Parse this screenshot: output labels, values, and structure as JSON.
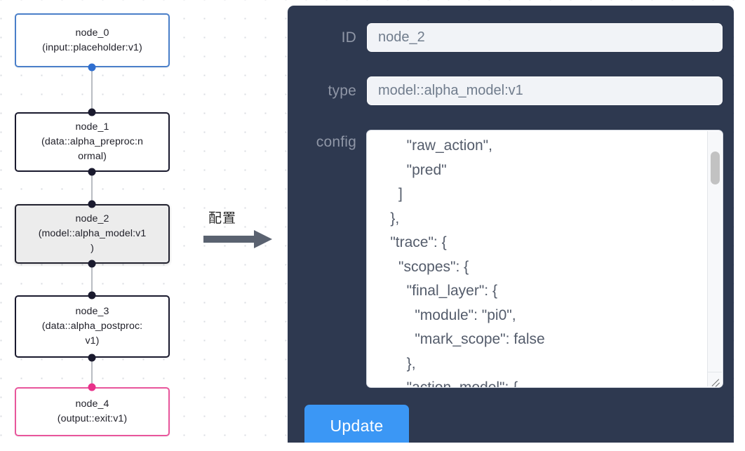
{
  "graph": {
    "nodes": [
      {
        "id": "node_0",
        "title": "node_0",
        "subtitle": "(input::placeholder:v1)",
        "label": "node_0\n(input::placeholder:v1)",
        "kind": "input",
        "selected": false,
        "border_color": "#4a7fc9"
      },
      {
        "id": "node_1",
        "title": "node_1",
        "subtitle": "(data::alpha_preproc:normal)",
        "label": "node_1\n(data::alpha_preproc:n\normal)",
        "kind": "data",
        "selected": false,
        "border_color": "#1a1a2e"
      },
      {
        "id": "node_2",
        "title": "node_2",
        "subtitle": "(model::alpha_model:v1)",
        "label": "node_2\n(model::alpha_model:v1\n)",
        "kind": "model",
        "selected": true,
        "border_color": "#21212e"
      },
      {
        "id": "node_3",
        "title": "node_3",
        "subtitle": "(data::alpha_postproc:v1)",
        "label": "node_3\n(data::alpha_postproc:\nv1)",
        "kind": "data",
        "selected": false,
        "border_color": "#1a1a2e"
      },
      {
        "id": "node_4",
        "title": "node_4",
        "subtitle": "(output::exit:v1)",
        "label": "node_4\n(output::exit:v1)",
        "kind": "output",
        "selected": false,
        "border_color": "#e8569c"
      }
    ],
    "edges": [
      {
        "from": "node_0",
        "to": "node_1"
      },
      {
        "from": "node_1",
        "to": "node_2"
      },
      {
        "from": "node_2",
        "to": "node_3"
      },
      {
        "from": "node_3",
        "to": "node_4"
      }
    ],
    "port_colors": {
      "default": "#1a1a2e",
      "input": "#2f6fd0",
      "output": "#e8318a"
    },
    "edge_color": "#b9bcc2",
    "grid_dot_color": "#d9dce1"
  },
  "arrow": {
    "label": "配置",
    "color": "#5a6270"
  },
  "panel": {
    "background": "#2e3950",
    "id_field": {
      "label": "ID",
      "value": "node_2",
      "placeholder": "node_2"
    },
    "type_field": {
      "label": "type",
      "value": "model::alpha_model:v1",
      "placeholder": "model::alpha_model:v1"
    },
    "config_field": {
      "label": "config",
      "value": "        \"raw_action\",\n        \"pred\"\n      ]\n    },\n    \"trace\": {\n      \"scopes\": {\n        \"final_layer\": {\n          \"module\": \"pi0\",\n          \"mark_scope\": false\n        },\n        \"action_model\": {"
    },
    "update_button": {
      "label": "Update",
      "color": "#3b97f5"
    },
    "scrollbar": {
      "thumb_color": "#c2c2c2"
    }
  }
}
